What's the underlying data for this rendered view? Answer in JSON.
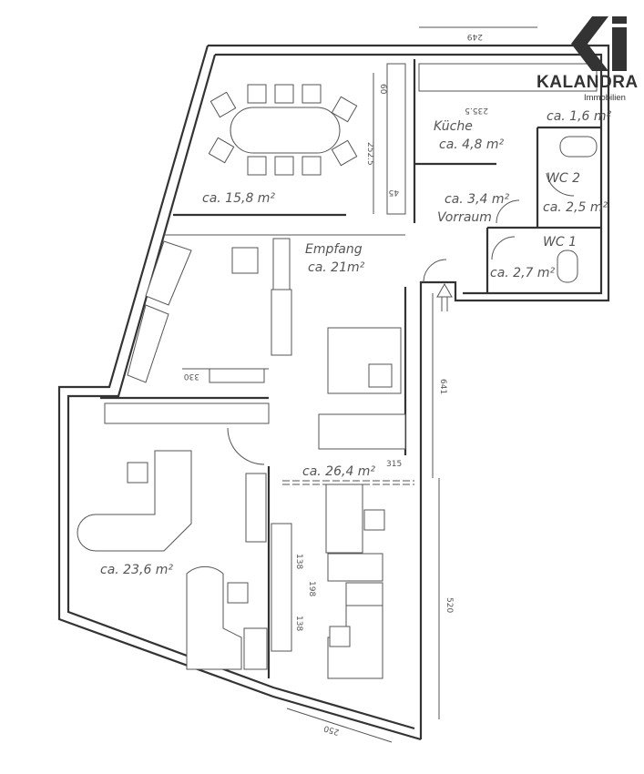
{
  "logo": {
    "name": "KALANDRA",
    "subtitle": "Immobilien",
    "color": "#333333"
  },
  "rooms": {
    "meeting": {
      "area": "ca. 15,8 m²"
    },
    "reception": {
      "name": "Empfang",
      "area": "ca. 21m²"
    },
    "kitchen": {
      "name": "Küche",
      "area": "ca. 4,8 m²"
    },
    "storage": {
      "area": "ca. 1,6 m²"
    },
    "hall": {
      "area": "ca. 3,4 m²",
      "name": "Vorraum"
    },
    "wc2": {
      "name": "WC 2",
      "area": "ca. 2,5 m²"
    },
    "wc1": {
      "name": "WC 1",
      "area": "ca. 2,7 m²"
    },
    "office_right": {
      "area": "ca. 26,4 m²"
    },
    "office_left": {
      "area": "ca. 23,6 m²"
    }
  },
  "dimensions": {
    "top": "249",
    "kitchen_width": "235.5",
    "meeting_depth": "252.5",
    "cabinet_top": "60",
    "cabinet_bottom": "45",
    "reception_width": "330",
    "right_upper": "641",
    "right_lower": "520",
    "bottom": "250",
    "desk_span": "198",
    "desk_a": "138",
    "desk_b": "138",
    "office_right_width": "315"
  }
}
